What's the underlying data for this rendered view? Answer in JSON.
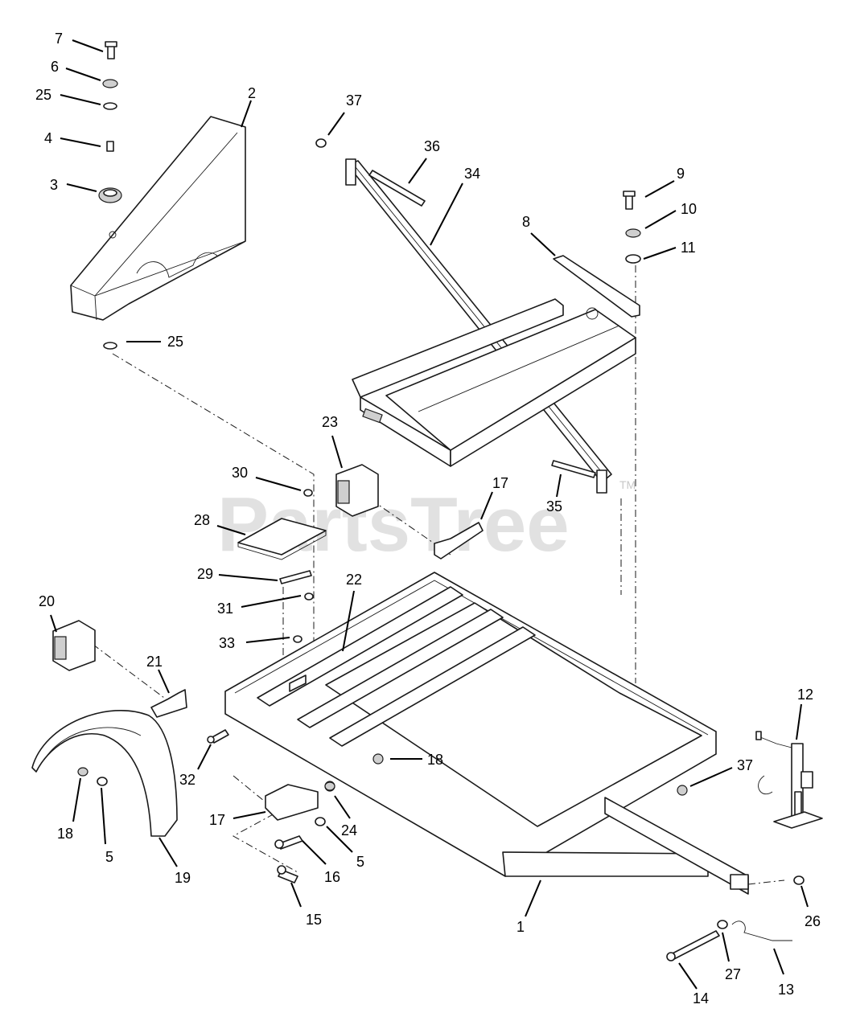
{
  "watermark": {
    "text": "PartsTree",
    "trademark": "TM"
  },
  "callouts": [
    "7",
    "6",
    "25",
    "4",
    "3",
    "2",
    "25",
    "37",
    "36",
    "34",
    "9",
    "10",
    "11",
    "8",
    "23",
    "30",
    "17",
    "28",
    "35",
    "29",
    "22",
    "31",
    "20",
    "21",
    "33",
    "12",
    "32",
    "18",
    "37",
    "18",
    "5",
    "17",
    "24",
    "19",
    "16",
    "5",
    "26",
    "15",
    "1",
    "14",
    "27",
    "13"
  ]
}
